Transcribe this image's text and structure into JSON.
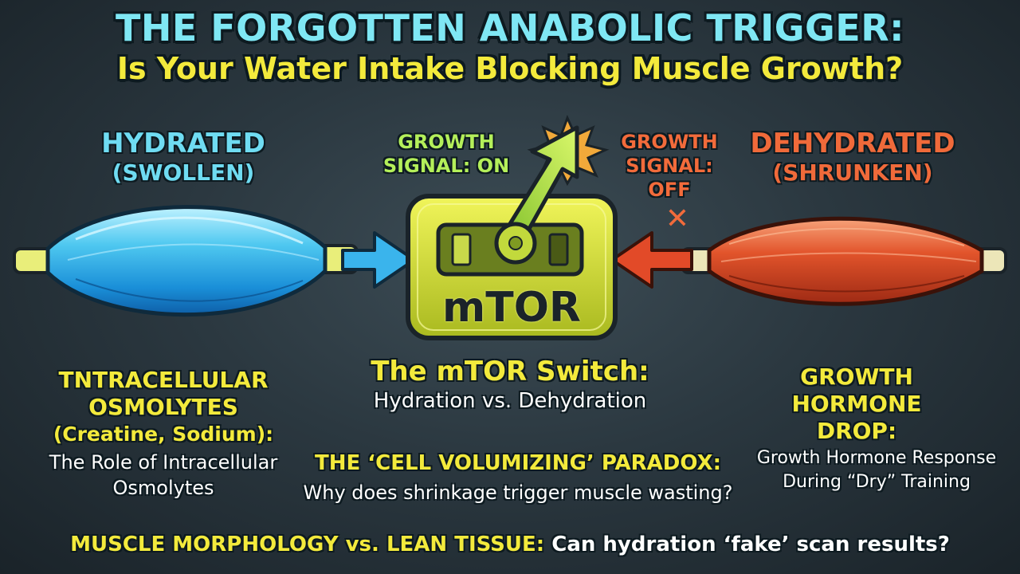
{
  "header": {
    "title": "THE FORGOTTEN ANABOLIC TRIGGER:",
    "subtitle": "Is Your Water Intake Blocking Muscle Growth?"
  },
  "hydrated": {
    "label": "HYDRATED",
    "sub": "(SWOLLEN)"
  },
  "dehydrated": {
    "label": "DEHYDRATED",
    "sub": "(SHRUNKEN)"
  },
  "signal_on": {
    "line1": "GROWTH",
    "line2": "SIGNAL: ON"
  },
  "signal_off": {
    "line1": "GROWTH",
    "line2": "SIGNAL:",
    "line3": "OFF",
    "mark": "✕"
  },
  "switch": {
    "label": "mTOR"
  },
  "center_block": {
    "title": "The mTOR Switch:",
    "subtitle": "Hydration vs. Dehydration",
    "paradox_title": "THE ‘CELL VOLUMIZING’ PARADOX:",
    "paradox_sub": "Why does shrinkage trigger muscle wasting?"
  },
  "left_block": {
    "line1": "TNTRACELLULAR",
    "line2": "OSMOLYTES",
    "line3": "(Creatine, Sodium):",
    "line4": "The Role of Intracellular",
    "line5": "Osmolytes"
  },
  "right_block": {
    "line1": "GROWTH",
    "line2": "HORMONE",
    "line3": "DROP:",
    "line4": "Growth Hormone Response",
    "line5": "During “Dry” Training"
  },
  "footer": {
    "bold": "MUSCLE MORPHOLOGY vs. LEAN TISSUE:",
    "rest": " Can hydration ‘fake’ scan results?"
  },
  "colors": {
    "cyan": "#6fdcf2",
    "yellow": "#f3ea3c",
    "red_orange": "#f06a3a",
    "green": "#b4ef5a",
    "switch_yellow": "#e0e83a"
  },
  "icons": [
    "hydrated-muscle-icon",
    "dehydrated-muscle-icon",
    "mtor-switch-icon",
    "growth-arrow-icon",
    "burst-icon",
    "blue-arrow-icon",
    "red-arrow-icon",
    "x-mark-icon"
  ]
}
